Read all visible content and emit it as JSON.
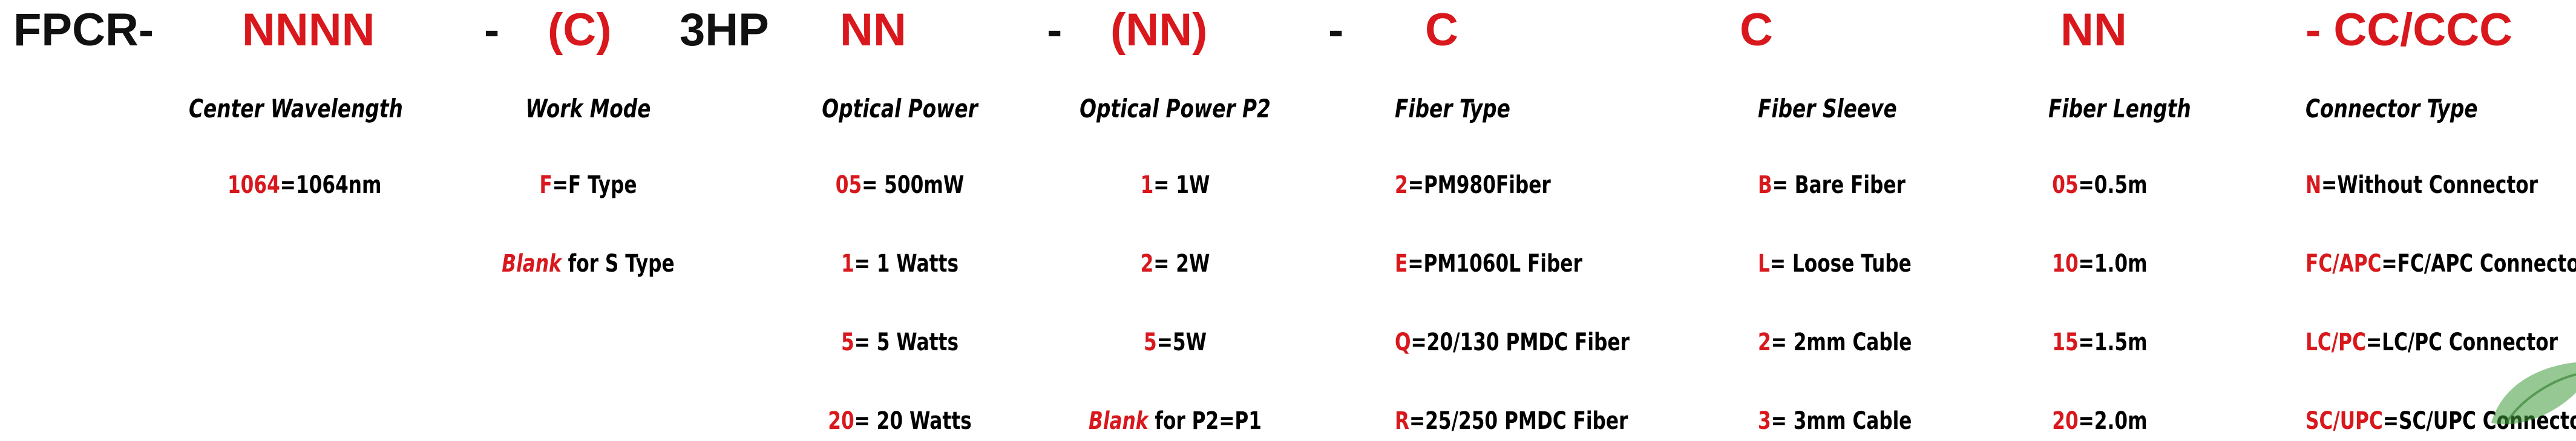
{
  "code": {
    "prefix": "FPCR-",
    "wavelength": "NNNN",
    "dash1": "-",
    "mode": "(C)",
    "model": "3HP",
    "power": "NN",
    "dash2": "-",
    "power2": "(NN)",
    "dash3": "-",
    "fiber_type": "C",
    "fiber_sleeve": "C",
    "fiber_length": "NN",
    "connector": "- CC/CCC"
  },
  "columns": [
    {
      "header": "Center Wavelength",
      "options": [
        {
          "code": "1064",
          "rest": "=1064nm"
        }
      ]
    },
    {
      "header": "Work Mode",
      "options": [
        {
          "code": "F",
          "rest": "=F Type"
        },
        {
          "code": "Blank",
          "rest": " for S Type"
        }
      ]
    },
    {
      "header": "Optical Power",
      "options": [
        {
          "code": "05",
          "rest": "= 500mW"
        },
        {
          "code": "1",
          "rest": "= 1 Watts"
        },
        {
          "code": "5",
          "rest": "= 5 Watts"
        },
        {
          "code": "20",
          "rest": "= 20 Watts"
        }
      ]
    },
    {
      "header": "Optical Power P2",
      "options": [
        {
          "code": "1",
          "rest": "= 1W"
        },
        {
          "code": "2",
          "rest": "= 2W"
        },
        {
          "code": "5",
          "rest": "=5W"
        },
        {
          "code": "Blank",
          "rest": " for P2=P1"
        }
      ]
    },
    {
      "header": "Fiber Type",
      "options": [
        {
          "code": "2",
          "rest": "=PM980Fiber"
        },
        {
          "code": "E",
          "rest": "=PM1060L Fiber"
        },
        {
          "code": "Q",
          "rest": "=20/130 PMDC Fiber"
        },
        {
          "code": "R",
          "rest": "=25/250 PMDC Fiber"
        }
      ]
    },
    {
      "header": "Fiber Sleeve",
      "options": [
        {
          "code": "B",
          "rest": "= Bare Fiber"
        },
        {
          "code": "L",
          "rest": "= Loose Tube"
        },
        {
          "code": "2",
          "rest": "= 2mm Cable"
        },
        {
          "code": "3",
          "rest": "= 3mm Cable"
        }
      ]
    },
    {
      "header": "Fiber Length",
      "options": [
        {
          "code": "05",
          "rest": "=0.5m"
        },
        {
          "code": "10",
          "rest": "=1.0m"
        },
        {
          "code": "15",
          "rest": "=1.5m"
        },
        {
          "code": "20",
          "rest": "=2.0m"
        }
      ]
    },
    {
      "header": "Connector Type",
      "options": [
        {
          "code": "N",
          "rest": "=Without Connector"
        },
        {
          "code": "FC/APC",
          "rest": "=FC/APC Connector"
        },
        {
          "code": "LC/PC",
          "rest": "=LC/PC Connector"
        },
        {
          "code": "SC/UPC",
          "rest": "=SC/UPC Connector"
        }
      ]
    }
  ],
  "colors": {
    "code_red": "#d8181c",
    "text": "#111111",
    "leaf": "#3f9b3a"
  }
}
